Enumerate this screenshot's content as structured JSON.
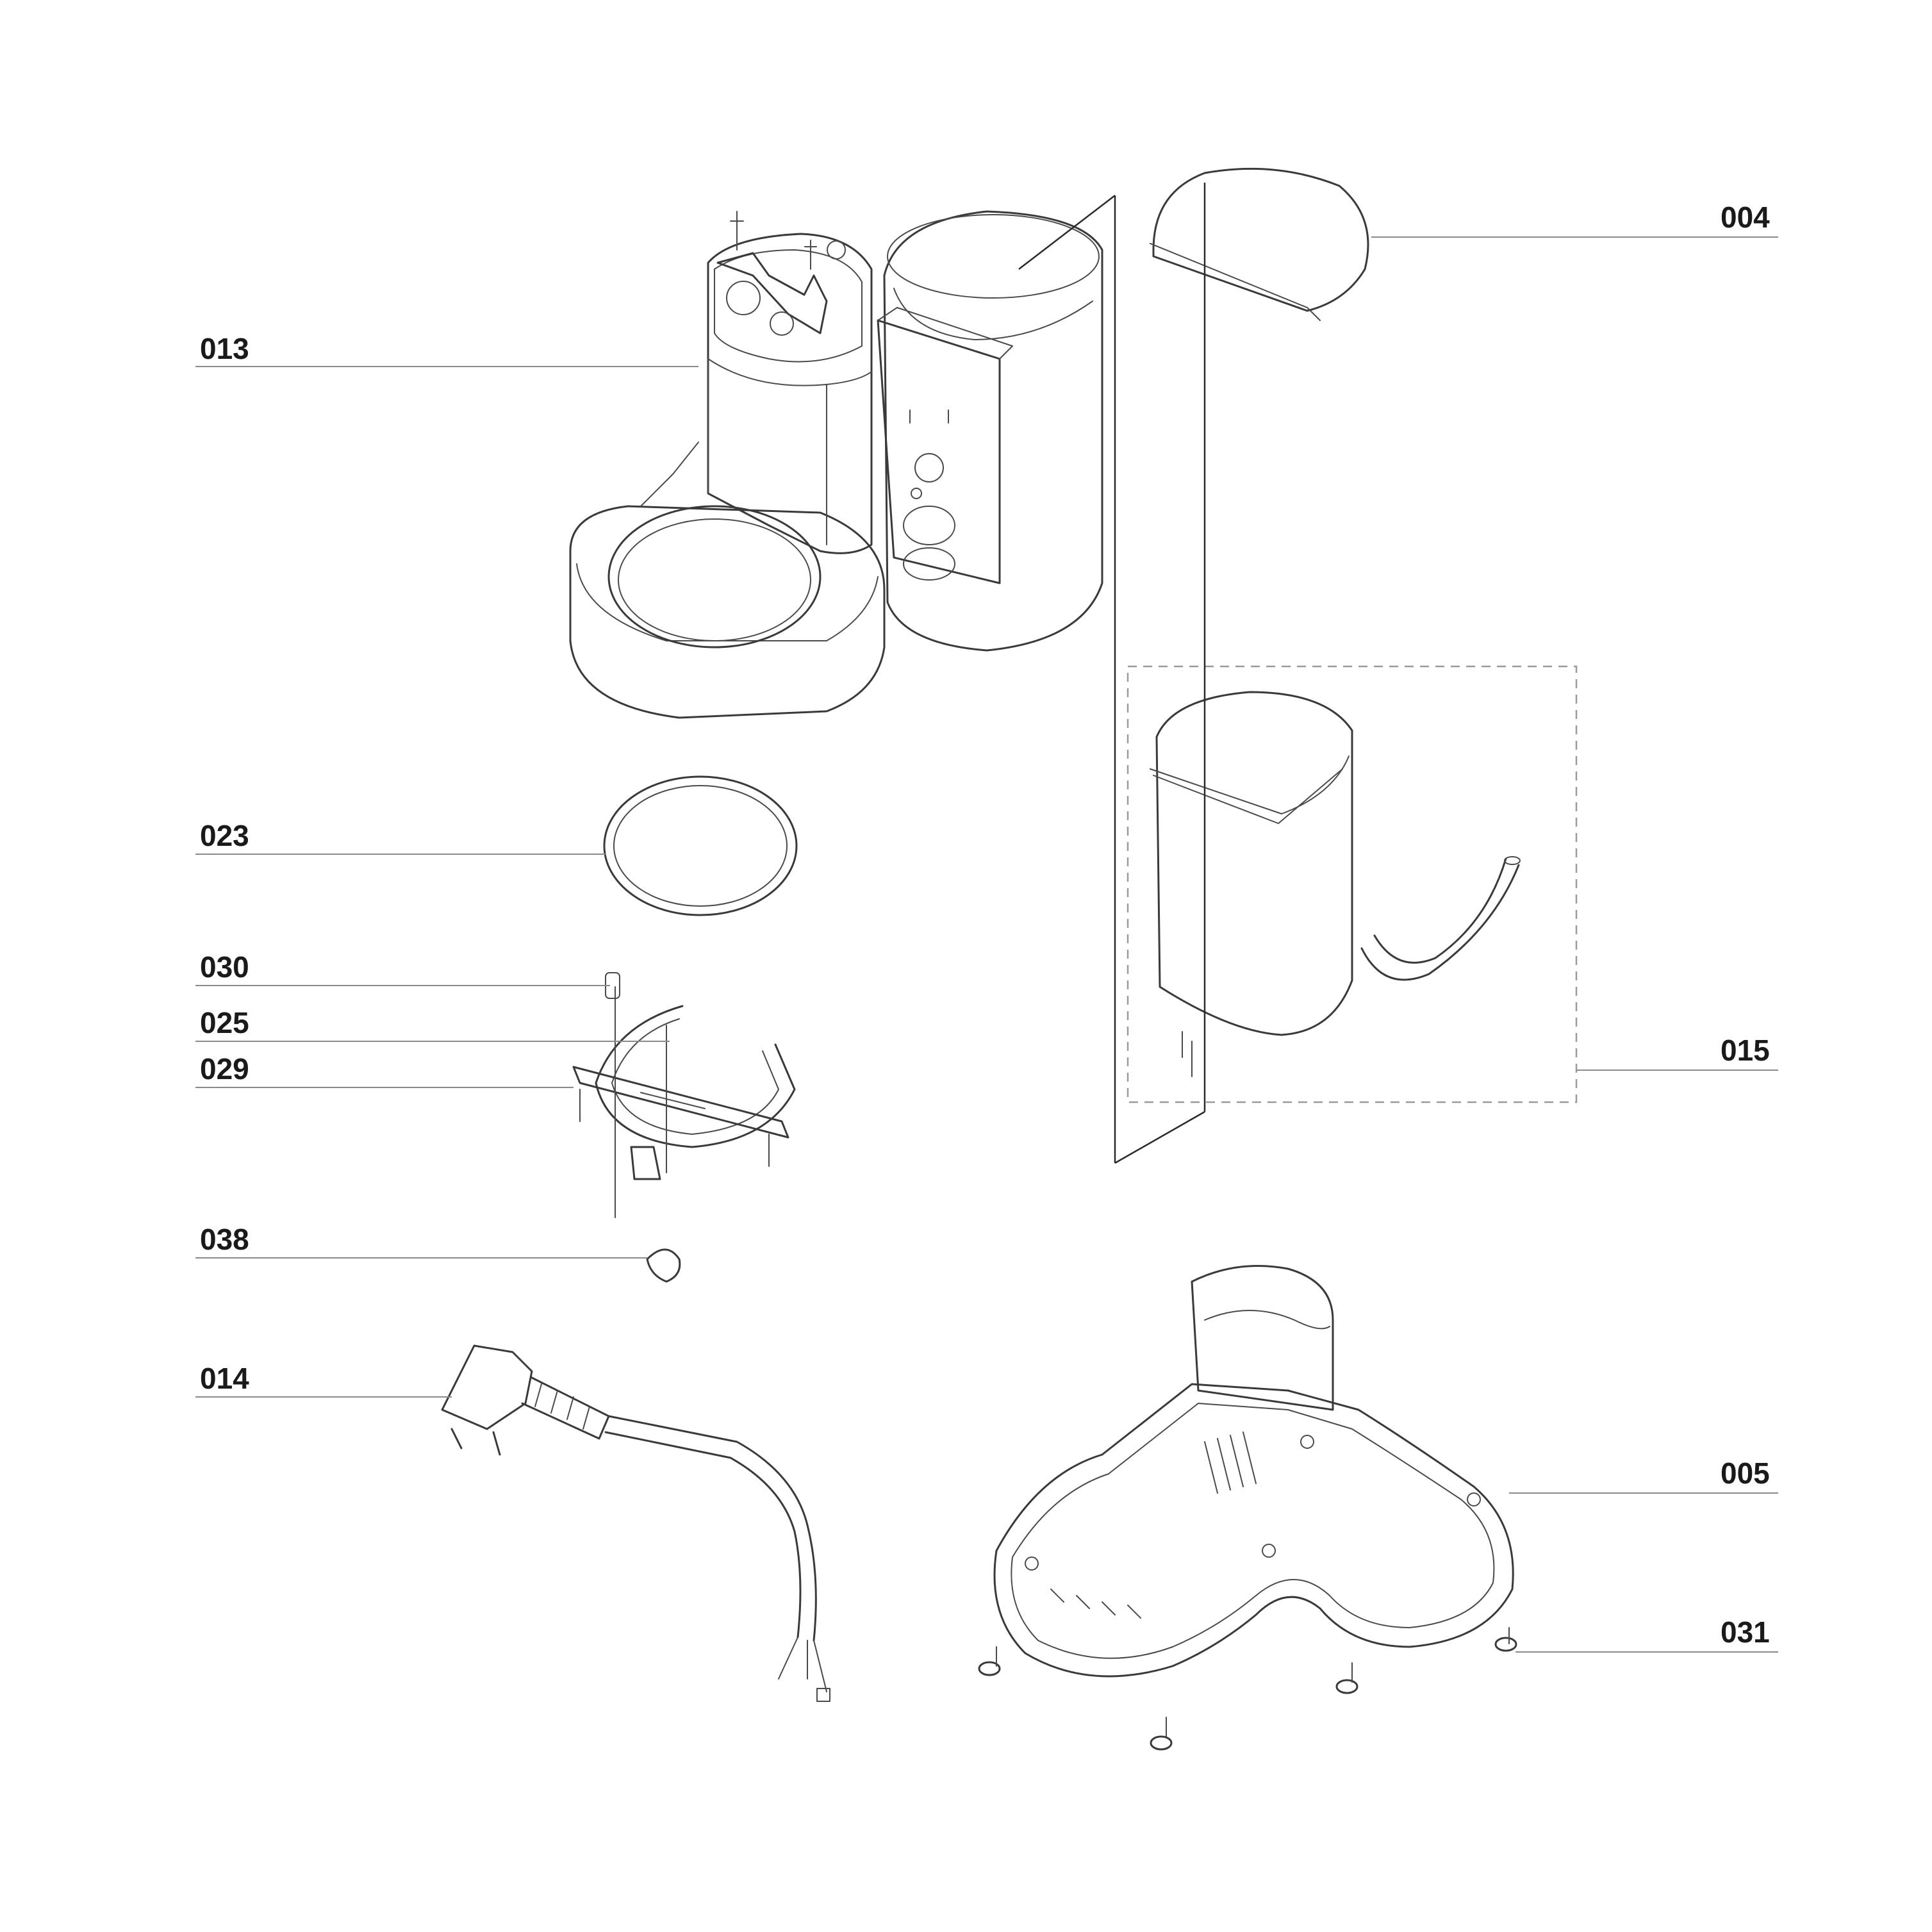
{
  "callouts": [
    {
      "id": "lbl-013",
      "text": "013"
    },
    {
      "id": "lbl-023",
      "text": "023"
    },
    {
      "id": "lbl-030",
      "text": "030"
    },
    {
      "id": "lbl-025",
      "text": "025"
    },
    {
      "id": "lbl-029",
      "text": "029"
    },
    {
      "id": "lbl-038",
      "text": "038"
    },
    {
      "id": "lbl-014",
      "text": "014"
    },
    {
      "id": "lbl-004",
      "text": "004"
    },
    {
      "id": "lbl-015",
      "text": "015"
    },
    {
      "id": "lbl-005",
      "text": "005"
    },
    {
      "id": "lbl-031",
      "text": "031"
    }
  ]
}
